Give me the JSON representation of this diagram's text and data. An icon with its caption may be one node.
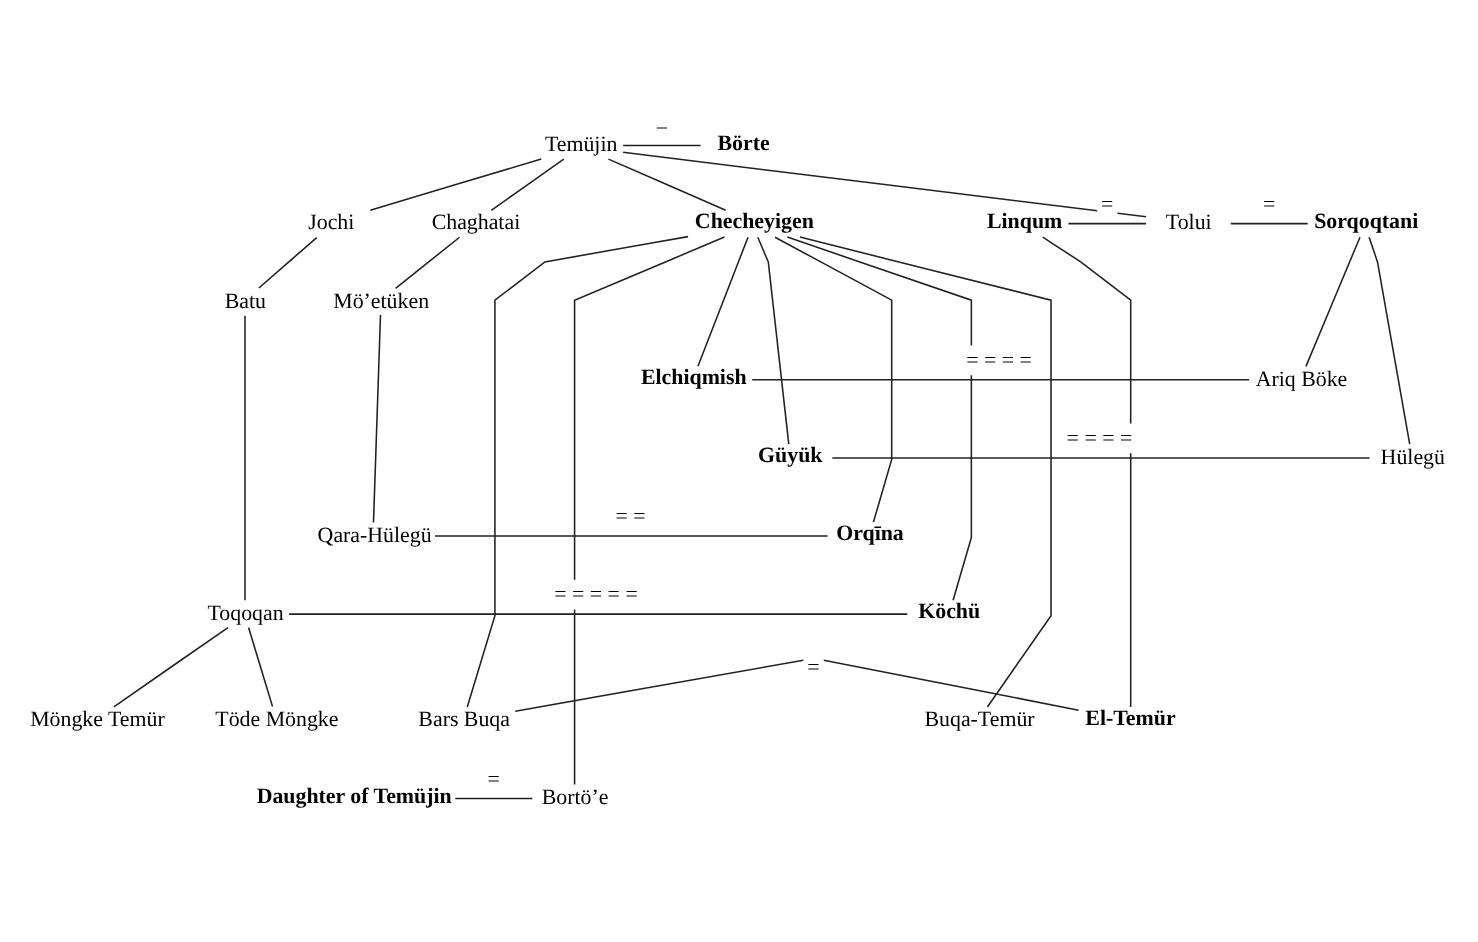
{
  "diagram": {
    "nodes": [
      {
        "text": [
          "Temüjin"
        ]
      },
      {
        "text": [
          "Börte"
        ]
      },
      {
        "text": [
          "Jochi"
        ]
      },
      {
        "text": [
          "Chaghatai"
        ]
      },
      {
        "text": [
          "Checheyigen"
        ]
      },
      {
        "text": [
          "Linqum"
        ]
      },
      {
        "text": [
          "Tolui"
        ]
      },
      {
        "text": [
          "Sorqoqtani"
        ]
      },
      {
        "text": [
          "Batu"
        ]
      },
      {
        "text": [
          "Mö’etüken"
        ]
      },
      {
        "text": [
          "Elchiqmish"
        ]
      },
      {
        "text": [
          "Ariq Böke"
        ]
      },
      {
        "text": [
          "Güyük"
        ]
      },
      {
        "text": [
          "Hülegü"
        ]
      },
      {
        "text": [
          "Qara-Hülegü"
        ]
      },
      {
        "text": [
          "Orqīna"
        ]
      },
      {
        "text": [
          "Toqoqan"
        ]
      },
      {
        "text": [
          "Köchü"
        ]
      },
      {
        "text": [
          "Möngke Temür"
        ]
      },
      {
        "text": [
          "Töde Möngke"
        ]
      },
      {
        "text": [
          "Buqa-Temür"
        ]
      },
      {
        "text": [
          "Bars Buqa"
        ]
      },
      {
        "text": [
          "El-Temür"
        ]
      },
      {
        "text": [
          "Daughter of Temüjin"
        ]
      },
      {
        "text": [
          "Bortö’e"
        ]
      }
    ],
    "edges": [
      {
        "from": 0,
        "to": 1,
        "arrow": "none",
        "label": "="
      },
      {
        "from": 0,
        "to": 2,
        "arrow": "none"
      },
      {
        "from": 0,
        "to": 3,
        "arrow": "none"
      },
      {
        "from": 0,
        "to": 4,
        "arrow": "none"
      },
      {
        "from": 0,
        "to": 6,
        "arrow": "none"
      },
      {
        "from": 5,
        "to": 6,
        "arrow": "none",
        "label": "="
      },
      {
        "from": 6,
        "to": 7,
        "arrow": "none",
        "label": "="
      },
      {
        "from": 2,
        "to": 8,
        "arrow": "none"
      },
      {
        "from": 3,
        "to": 9,
        "arrow": "none"
      },
      {
        "from": 4,
        "to": 10,
        "arrow": "none"
      },
      {
        "from": 4,
        "to": 12,
        "arrow": "none"
      },
      {
        "from": 4,
        "to": 15,
        "arrow": "none"
      },
      {
        "from": 4,
        "to": 17,
        "arrow": "none"
      },
      {
        "from": 4,
        "to": 20,
        "arrow": "none"
      },
      {
        "from": 4,
        "to": 24,
        "arrow": "none"
      },
      {
        "from": 4,
        "to": 21,
        "arrow": "none"
      },
      {
        "from": 5,
        "to": 22,
        "arrow": "none"
      },
      {
        "from": 7,
        "to": 11,
        "arrow": "none"
      },
      {
        "from": 7,
        "to": 13,
        "arrow": "none"
      },
      {
        "from": 10,
        "to": 11,
        "arrow": "none",
        "label": "= = = ="
      },
      {
        "from": 12,
        "to": 13,
        "arrow": "none",
        "label": "= = = ="
      },
      {
        "from": 8,
        "to": 16,
        "arrow": "none"
      },
      {
        "from": 9,
        "to": 14,
        "arrow": "none"
      },
      {
        "from": 14,
        "to": 15,
        "arrow": "none",
        "label": "= ="
      },
      {
        "from": 16,
        "to": 17,
        "arrow": "none",
        "label": "= = = = ="
      },
      {
        "from": 16,
        "to": 18,
        "arrow": "none"
      },
      {
        "from": 16,
        "to": 19,
        "arrow": "none"
      },
      {
        "from": 21,
        "to": 22,
        "arrow": "none",
        "label": "="
      },
      {
        "from": 23,
        "to": 24,
        "arrow": "none",
        "label": "="
      }
    ]
  }
}
